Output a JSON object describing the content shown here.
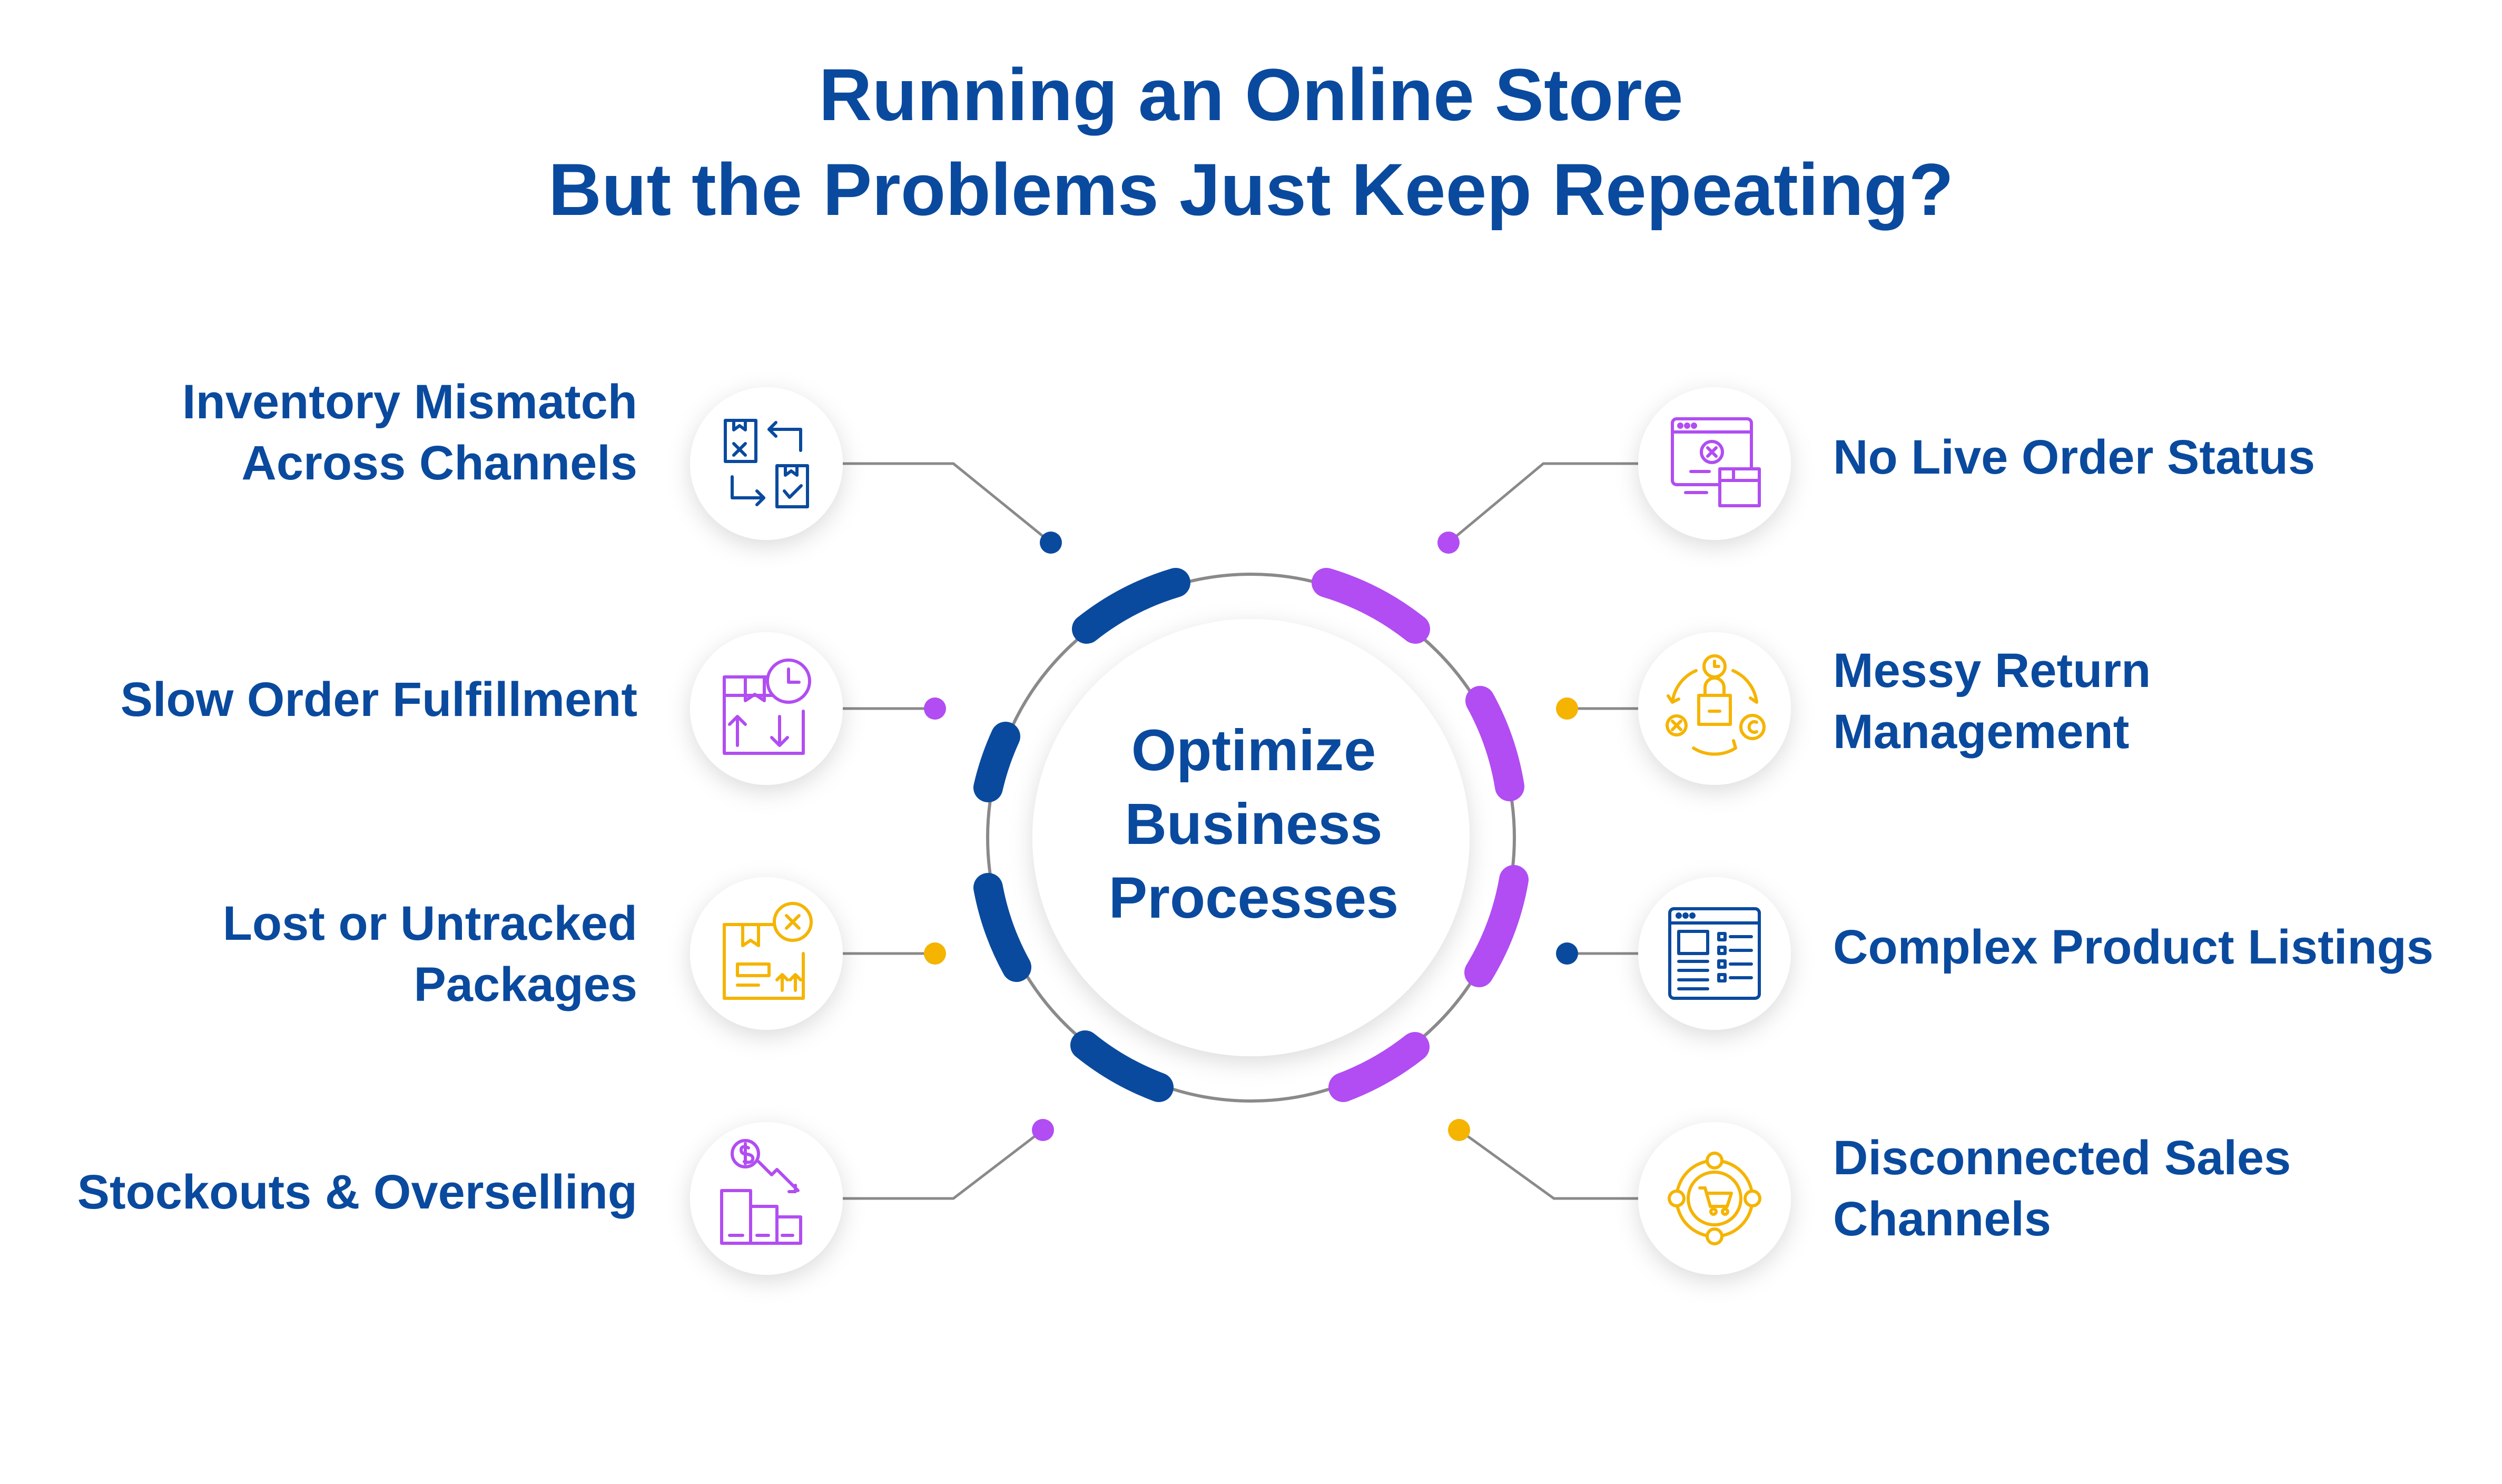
{
  "title": {
    "line1": "Running an Online Store",
    "line2": "But the Problems Just Keep Repeating?"
  },
  "center": {
    "line1": "Optimize",
    "line2": "Business",
    "line3": "Processes"
  },
  "colors": {
    "blue": "#0a4a9e",
    "purple": "#b14df2",
    "yellow": "#f5b400",
    "ring": "#8a8a8a"
  },
  "left_items": [
    {
      "line1": "Inventory Mismatch",
      "line2": "Across Channels",
      "icon": "inventory-sync-icon",
      "color": "blue"
    },
    {
      "line1": "Slow Order Fulfillment",
      "line2": "",
      "icon": "box-clock-icon",
      "color": "purple"
    },
    {
      "line1": "Lost or Untracked",
      "line2": "Packages",
      "icon": "package-error-icon",
      "color": "yellow"
    },
    {
      "line1": "Stockouts & Overselling",
      "line2": "",
      "icon": "stock-decline-icon",
      "color": "purple"
    }
  ],
  "right_items": [
    {
      "line1": "No Live Order Status",
      "line2": "",
      "icon": "browser-error-icon",
      "color": "purple"
    },
    {
      "line1": "Messy Return",
      "line2": "Management",
      "icon": "return-cycle-icon",
      "color": "yellow"
    },
    {
      "line1": "Complex Product Listings",
      "line2": "",
      "icon": "product-list-icon",
      "color": "blue"
    },
    {
      "line1": "Disconnected Sales",
      "line2": "Channels",
      "icon": "cart-network-icon",
      "color": "yellow"
    }
  ]
}
